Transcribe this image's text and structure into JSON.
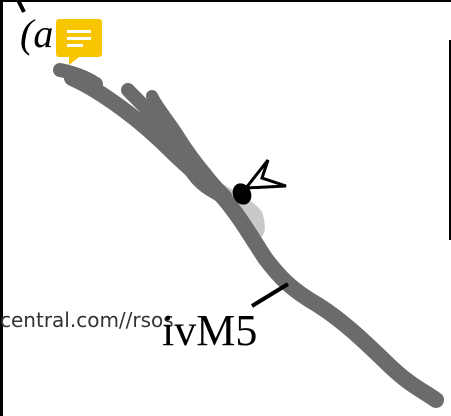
{
  "figure": {
    "panel_label": "(a",
    "specimen_label": "ivM5",
    "background_url_fragment": "central.com//rsos"
  },
  "note_icon": {
    "icon": "sticky-note-icon",
    "color": "#f7c600"
  },
  "colors": {
    "structure": "#6b6b6b",
    "highlight": "#c9c9c9",
    "ink": "#000000"
  }
}
